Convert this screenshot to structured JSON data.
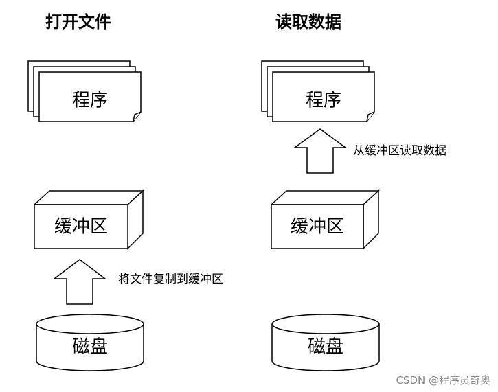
{
  "left_panel": {
    "title": "打开文件",
    "program_label": "程序",
    "buffer_label": "缓冲区",
    "disk_label": "磁盘",
    "arrow_label": "将文件复制到缓冲区"
  },
  "right_panel": {
    "title": "读取数据",
    "program_label": "程序",
    "buffer_label": "缓冲区",
    "disk_label": "磁盘",
    "arrow_label": "从缓冲区读取数据"
  },
  "watermark": "CSDN @程序员奇奥"
}
